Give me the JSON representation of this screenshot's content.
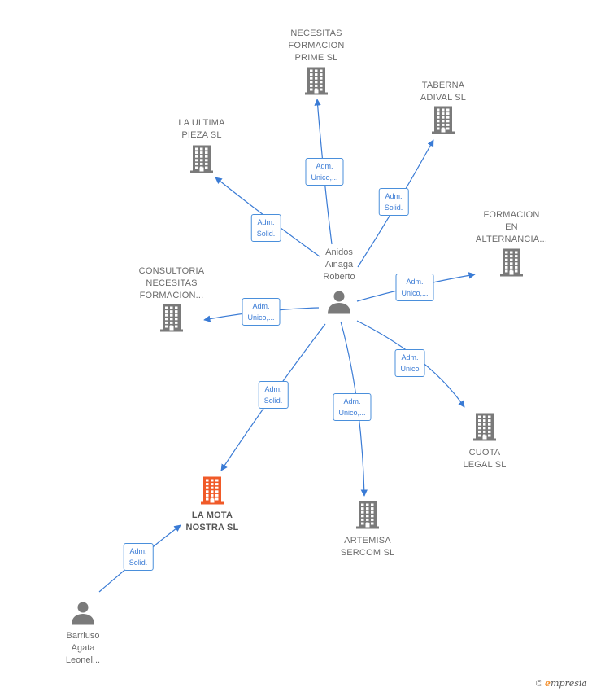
{
  "nodes": [
    {
      "id": "center",
      "kind": "person",
      "label": [
        "Anidos",
        "Ainaga",
        "Roberto"
      ]
    },
    {
      "id": "barriuso",
      "kind": "person",
      "label": [
        "Barriuso",
        "Agata",
        "Leonel..."
      ]
    },
    {
      "id": "necesitas",
      "kind": "company",
      "label": [
        "NECESITAS",
        "FORMACION",
        "PRIME  SL"
      ]
    },
    {
      "id": "taberna",
      "kind": "company",
      "label": [
        "TABERNA",
        "ADIVAL  SL"
      ]
    },
    {
      "id": "ultima",
      "kind": "company",
      "label": [
        "LA ULTIMA",
        "PIEZA  SL"
      ]
    },
    {
      "id": "formacion",
      "kind": "company",
      "label": [
        "FORMACION",
        "EN",
        "ALTERNANCIA..."
      ]
    },
    {
      "id": "consultoria",
      "kind": "company",
      "label": [
        "CONSULTORIA",
        "NECESITAS",
        "FORMACION..."
      ]
    },
    {
      "id": "cuota",
      "kind": "company",
      "label": [
        "CUOTA",
        "LEGAL  SL"
      ]
    },
    {
      "id": "artemisa",
      "kind": "company",
      "label": [
        "ARTEMISA",
        "SERCOM  SL"
      ]
    },
    {
      "id": "mota",
      "kind": "company",
      "highlight": true,
      "label": [
        "LA MOTA",
        "NOSTRA  SL"
      ]
    }
  ],
  "edges": [
    {
      "from": "center",
      "to": "necesitas",
      "label": [
        "Adm.",
        "Unico,..."
      ]
    },
    {
      "from": "center",
      "to": "taberna",
      "label": [
        "Adm.",
        "Solid."
      ]
    },
    {
      "from": "center",
      "to": "ultima",
      "label": [
        "Adm.",
        "Solid."
      ]
    },
    {
      "from": "center",
      "to": "formacion",
      "label": [
        "Adm.",
        "Unico,..."
      ]
    },
    {
      "from": "center",
      "to": "consultoria",
      "label": [
        "Adm.",
        "Unico,..."
      ]
    },
    {
      "from": "center",
      "to": "cuota",
      "label": [
        "Adm.",
        "Unico"
      ]
    },
    {
      "from": "center",
      "to": "artemisa",
      "label": [
        "Adm.",
        "Unico,..."
      ]
    },
    {
      "from": "center",
      "to": "mota",
      "label": [
        "Adm.",
        "Solid."
      ]
    },
    {
      "from": "barriuso",
      "to": "mota",
      "label": [
        "Adm.",
        "Solid."
      ]
    }
  ],
  "colors": {
    "edge": "#3a7bd5",
    "company_icon": "#7a7a7a",
    "person_icon": "#7a7a7a",
    "highlight_icon": "#f05a28"
  },
  "footer": {
    "copyright": "©",
    "brand_first": "e",
    "brand_rest": "mpresia"
  }
}
